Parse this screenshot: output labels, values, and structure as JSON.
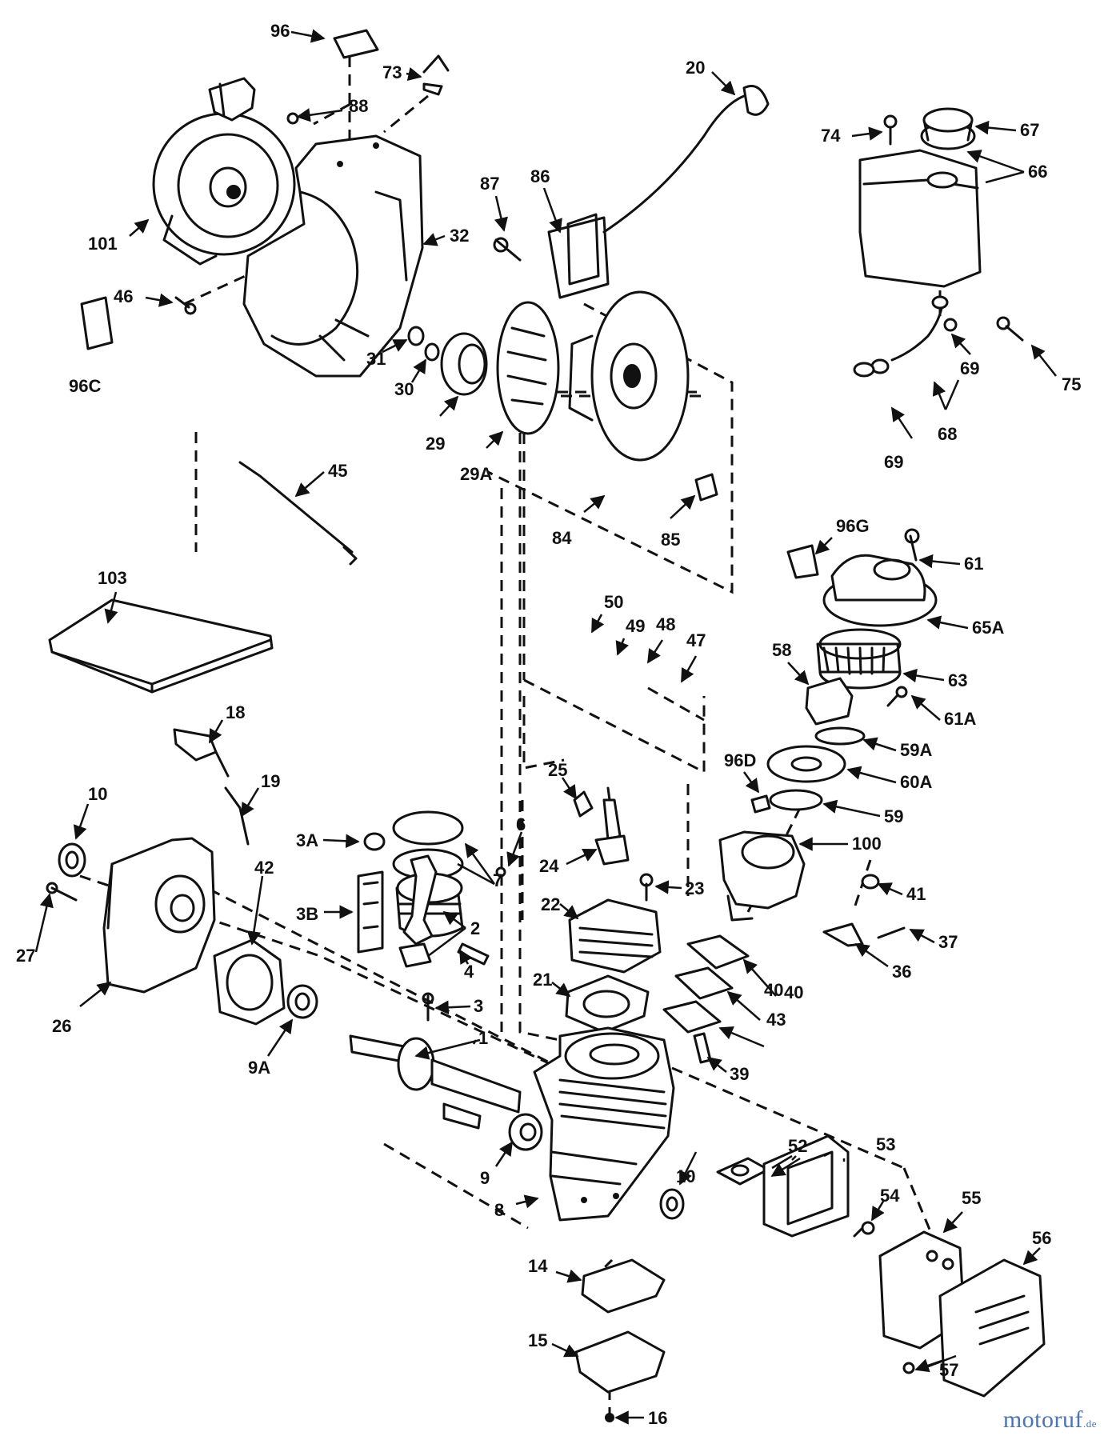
{
  "callouts": [
    "96",
    "73",
    "88",
    "101",
    "32",
    "20",
    "86",
    "87",
    "74",
    "67",
    "66",
    "46",
    "96C",
    "31",
    "30",
    "29",
    "29A",
    "84",
    "85",
    "69",
    "75",
    "68",
    "45",
    "103",
    "96G",
    "61",
    "65A",
    "50",
    "49",
    "48",
    "47",
    "58",
    "63",
    "61A",
    "59A",
    "60A",
    "59",
    "96D",
    "100",
    "18",
    "10",
    "19",
    "7",
    "3A",
    "4",
    "6",
    "25",
    "24",
    "3B",
    "2",
    "22",
    "23",
    "41",
    "37",
    "36",
    "27",
    "42",
    "26",
    "21",
    "40",
    "43",
    "3",
    "1",
    "9A",
    "39",
    "9",
    "8",
    "52",
    "53",
    "54",
    "55",
    "56",
    "57",
    "14",
    "15",
    "16"
  ],
  "watermark": {
    "text": "motoruf",
    "suffix": ".de"
  }
}
